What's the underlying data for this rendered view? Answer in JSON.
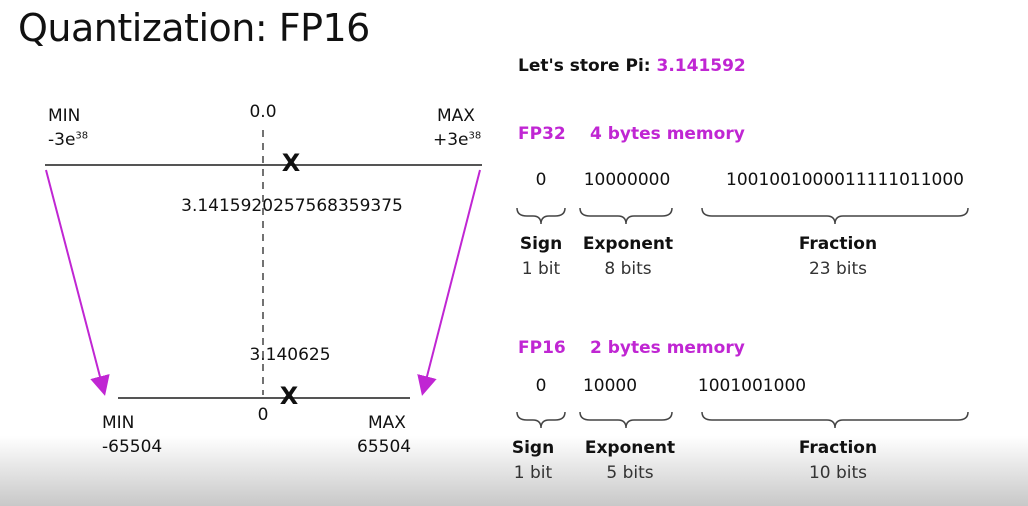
{
  "title": "Quantization: FP16",
  "store_label": "Let's store Pi:",
  "pi_value": "3.141592",
  "fp32_range": {
    "min_label": "MIN",
    "min_value": "-3e",
    "min_exp": "38",
    "max_label": "MAX",
    "max_value": "+3e",
    "max_exp": "38",
    "zero": "0.0",
    "stored_value": "3.1415920257568359375"
  },
  "fp16_range": {
    "min_label": "MIN",
    "min_value": "-65504",
    "max_label": "MAX",
    "max_value": "65504",
    "zero": "0",
    "stored_value": "3.140625"
  },
  "marker": "X",
  "fp32": {
    "name": "FP32",
    "memory": "4 bytes memory",
    "sign": "0",
    "exponent": "10000000",
    "fraction": "1001001000011111011000",
    "sign_label": "Sign",
    "sign_bits": "1 bit",
    "exponent_label": "Exponent",
    "exponent_bits": "8 bits",
    "fraction_label": "Fraction",
    "fraction_bits": "23 bits"
  },
  "fp16": {
    "name": "FP16",
    "memory": "2 bytes memory",
    "sign": "0",
    "exponent": "10000",
    "fraction": "1001001000",
    "sign_label": "Sign",
    "sign_bits": "1 bit",
    "exponent_label": "Exponent",
    "exponent_bits": "5 bits",
    "fraction_label": "Fraction",
    "fraction_bits": "10 bits"
  },
  "colors": {
    "accent": "#c026d3"
  }
}
